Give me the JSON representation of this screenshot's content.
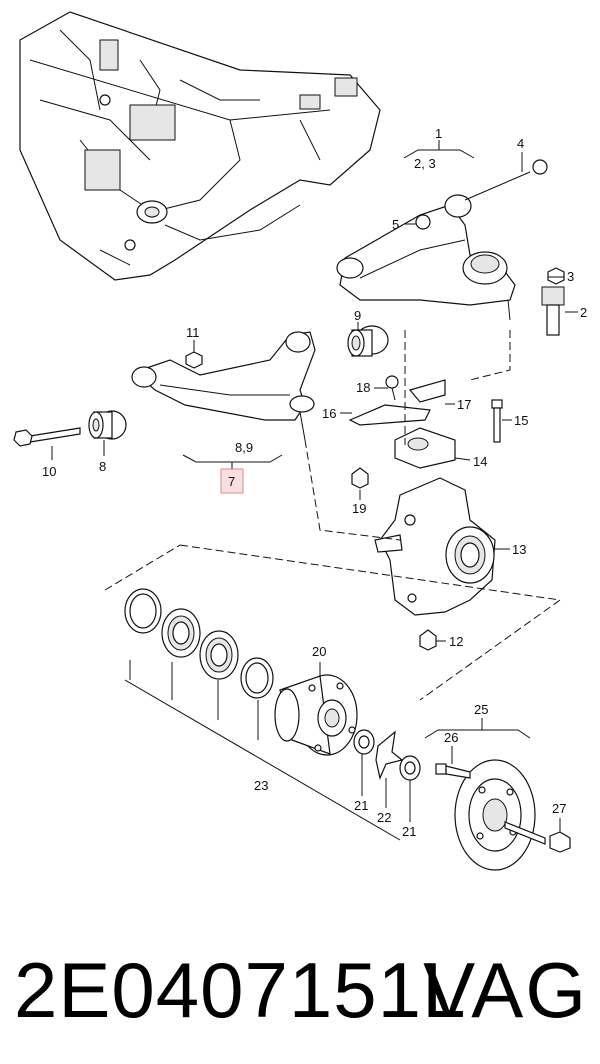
{
  "diagram": {
    "labels": {
      "l1": "1",
      "l23a": "2, 3",
      "l4": "4",
      "l5": "5",
      "l3": "3",
      "l2": "2",
      "l9": "9",
      "l11": "11",
      "l18": "18",
      "l17": "17",
      "l16": "16",
      "l15": "15",
      "l14": "14",
      "l89": "8,9",
      "l7": "7",
      "l10": "10",
      "l8": "8",
      "l19": "19",
      "l13": "13",
      "l12": "12",
      "l20": "20",
      "l25": "25",
      "l26": "26",
      "l23": "23",
      "l21a": "21",
      "l22": "22",
      "l21b": "21",
      "l27": "27"
    },
    "highlight_color": "#fbdede"
  },
  "footer": {
    "part_number": "2E0407151L",
    "brand": "VAG"
  }
}
